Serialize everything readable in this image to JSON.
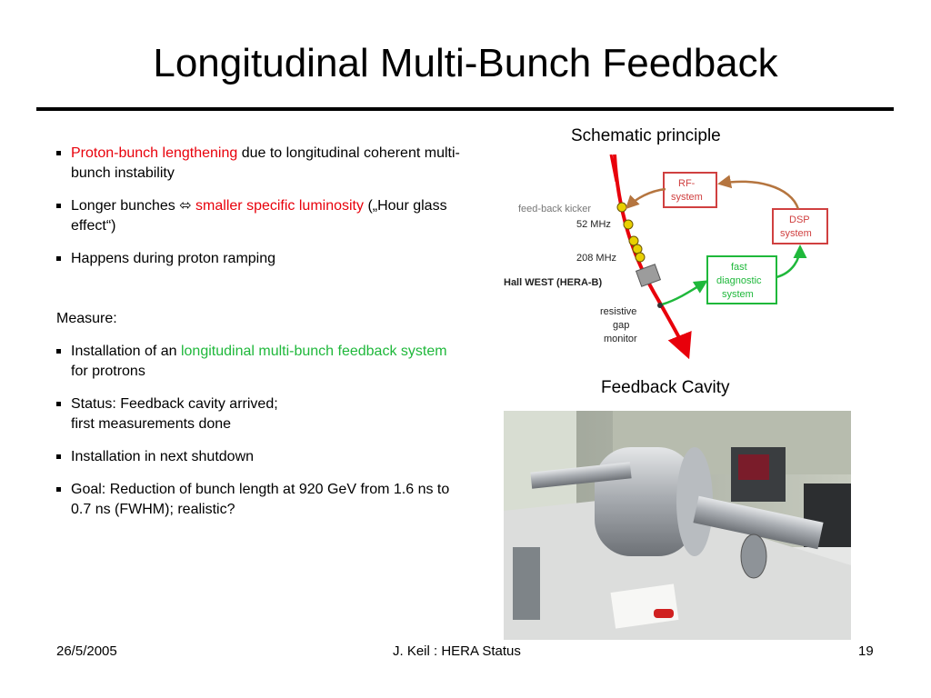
{
  "slide": {
    "title": "Longitudinal Multi-Bunch Feedback",
    "bullets": [
      {
        "red": "Proton-bunch lengthening",
        "rest": " due to longitudinal coherent multi-bunch instability"
      },
      {
        "pre": "Longer bunches ",
        "arrow": "⬄",
        "red": " smaller specific luminosity",
        "rest": " („Hour glass effect“)"
      },
      {
        "text": "Happens during proton ramping"
      }
    ],
    "measure_label": "Measure:",
    "measure_bullets": [
      {
        "pre": "Installation of an ",
        "green": "longitudinal multi-bunch feedback system",
        "rest": " for protrons"
      },
      {
        "line1": "Status: Feedback cavity arrived;",
        "line2": "first measurements done"
      },
      {
        "text": "Installation in next shutdown"
      },
      {
        "text": "Goal: Reduction of bunch length at 920 GeV from 1.6 ns to 0.7 ns (FWHM); realistic?"
      }
    ],
    "schematic_caption": "Schematic principle",
    "photo_caption": "Feedback Cavity",
    "schematic": {
      "kicker_label": "feed-back kicker",
      "freq1": "52 MHz",
      "freq2": "208 MHz",
      "hall_label": "Hall WEST (HERA-B)",
      "monitor_line1": "resistive",
      "monitor_line2": "gap",
      "monitor_line3": "monitor",
      "rf_line1": "RF-",
      "rf_line2": "system",
      "dsp_line1": "DSP",
      "dsp_line2": "system",
      "fds_line1": "fast",
      "fds_line2": "diagnostic",
      "fds_line3": "system"
    },
    "footer": {
      "date": "26/5/2005",
      "author": "J. Keil : HERA Status",
      "page": "19"
    },
    "colors": {
      "red": "#e8000b",
      "green": "#1fb83b",
      "brown": "#b5753f"
    }
  }
}
